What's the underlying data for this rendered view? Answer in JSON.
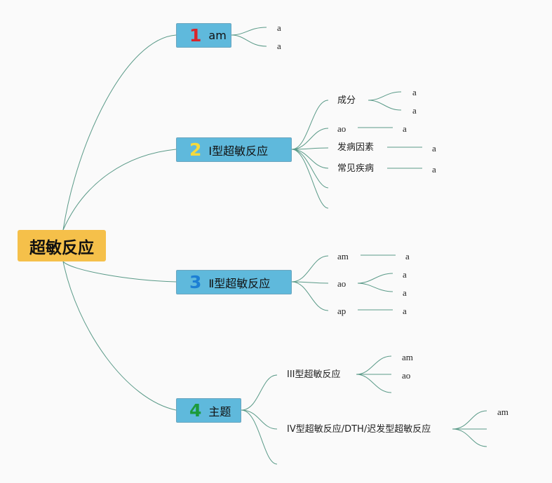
{
  "root": {
    "label": "超敏反应"
  },
  "topics": [
    {
      "number": "1",
      "label": "am",
      "children": [
        {
          "label": "a"
        },
        {
          "label": "a"
        }
      ]
    },
    {
      "number": "2",
      "label": "Ⅰ型超敏反应",
      "children": [
        {
          "label": "成分",
          "children": [
            {
              "label": "a"
            },
            {
              "label": "a"
            }
          ]
        },
        {
          "label": "ao",
          "children": [
            {
              "label": "a"
            }
          ]
        },
        {
          "label": "发病因素",
          "children": [
            {
              "label": "a"
            }
          ]
        },
        {
          "label": "常见疾病",
          "children": [
            {
              "label": "a"
            }
          ]
        },
        {
          "label": ""
        },
        {
          "label": ""
        }
      ]
    },
    {
      "number": "3",
      "label": "Ⅱ型超敏反应",
      "children": [
        {
          "label": "am",
          "children": [
            {
              "label": "a"
            }
          ]
        },
        {
          "label": "ao",
          "children": [
            {
              "label": "a"
            },
            {
              "label": "a"
            }
          ]
        },
        {
          "label": "ap",
          "children": [
            {
              "label": "a"
            }
          ]
        }
      ]
    },
    {
      "number": "4",
      "label": "主题",
      "children": [
        {
          "label": "III型超敏反应",
          "children": [
            {
              "label": "am"
            },
            {
              "label": "ao"
            },
            {
              "label": ""
            }
          ]
        },
        {
          "label": "IV型超敏反应/DTH/迟发型超敏反应",
          "children": [
            {
              "label": "am"
            },
            {
              "label": ""
            },
            {
              "label": ""
            }
          ]
        },
        {
          "label": ""
        }
      ]
    }
  ]
}
